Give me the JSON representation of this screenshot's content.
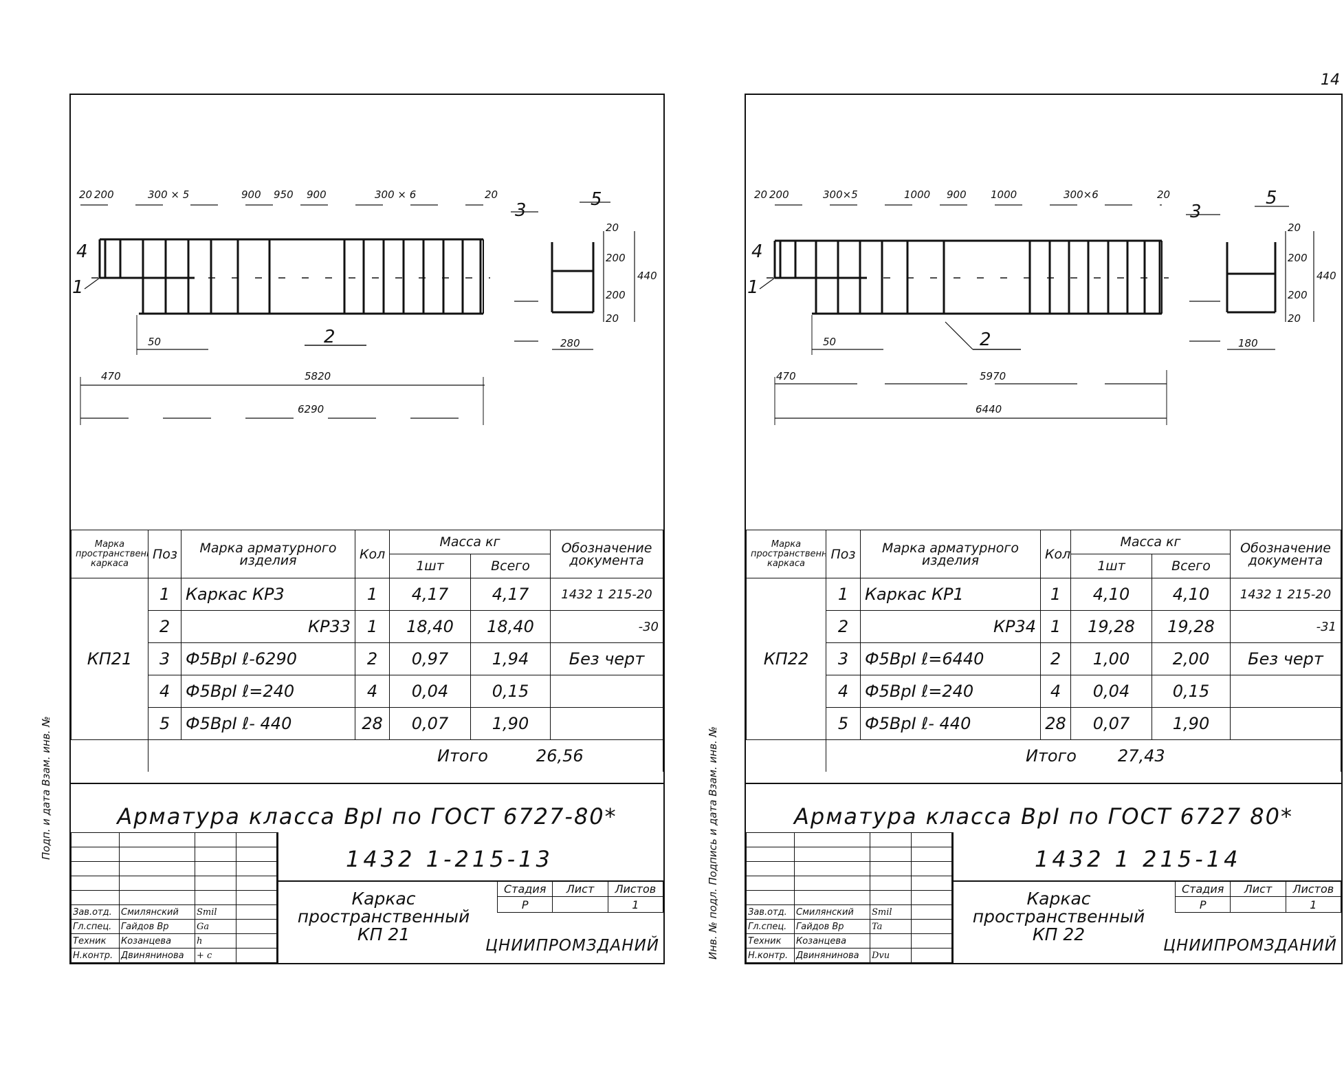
{
  "page_number": "14",
  "left": {
    "dims_top": [
      "20",
      "200",
      "300 × 5",
      "900",
      "950",
      "900",
      "300 × 6",
      "20"
    ],
    "dims_bottom": [
      "50",
      "470",
      "5820",
      "6290"
    ],
    "section_dims": [
      "20",
      "200",
      "200",
      "20",
      "440",
      "280"
    ],
    "callouts": [
      "1",
      "2",
      "3",
      "4",
      "5"
    ],
    "spec_headers": {
      "mark": "Марка пространственного каркаса",
      "pos": "Поз",
      "product": "Марка арматурного изделия",
      "qty": "Кол",
      "mass": "Масса кг",
      "mass_unit": "1шт",
      "mass_total": "Всего",
      "doc": "Обозначение документа"
    },
    "frame_mark": "КП21",
    "rows": [
      {
        "pos": "1",
        "product": "Каркас   КР3",
        "qty": "1",
        "unit": "4,17",
        "total": "4,17",
        "doc": "1432 1 215-20"
      },
      {
        "pos": "2",
        "product": "КР33",
        "qty": "1",
        "unit": "18,40",
        "total": "18,40",
        "doc": "-30"
      },
      {
        "pos": "3",
        "product": "Ф5ВрI  ℓ-6290",
        "qty": "2",
        "unit": "0,97",
        "total": "1,94",
        "doc": "Без  черт"
      },
      {
        "pos": "4",
        "product": "Ф5ВрI  ℓ=240",
        "qty": "4",
        "unit": "0,04",
        "total": "0,15",
        "doc": ""
      },
      {
        "pos": "5",
        "product": "Ф5ВрI  ℓ- 440",
        "qty": "28",
        "unit": "0,07",
        "total": "1,90",
        "doc": ""
      }
    ],
    "total_label": "Итого",
    "total_value": "26,56",
    "note": "Арматура   класса  ВрI  по  ГОСТ 6727-80*",
    "code": "1432 1-215-13",
    "title": [
      "Каркас",
      "пространственный",
      "КП 21"
    ],
    "stage_label": "Стадия",
    "sheet_label": "Лист",
    "sheets_label": "Листов",
    "stage": "Р",
    "sheets": "1",
    "org": "ЦНИИПРОМЗДАНИЙ",
    "staff": [
      {
        "role": "Зав.отд.",
        "name": "Смилянский",
        "sign": "Smil"
      },
      {
        "role": "Гл.спец.",
        "name": "Гайдов Вр",
        "sign": "Ga"
      },
      {
        "role": "Техник",
        "name": "Козанцева",
        "sign": "h"
      },
      {
        "role": "Н.контр.",
        "name": "Двинянинова",
        "sign": "+ c"
      }
    ],
    "sidebar": "Подп. и дата   Взам. инв. №"
  },
  "right": {
    "dims_top": [
      "20",
      "200",
      "300×5",
      "1000",
      "900",
      "1000",
      "300×6",
      "20"
    ],
    "dims_bottom": [
      "50",
      "470",
      "5970",
      "6440"
    ],
    "section_dims": [
      "20",
      "200",
      "200",
      "20",
      "440",
      "180"
    ],
    "callouts": [
      "1",
      "2",
      "3",
      "4",
      "5"
    ],
    "spec_headers": {
      "mark": "Марка пространственного каркаса",
      "pos": "Поз",
      "product": "Марка арматурного изделия",
      "qty": "Кол",
      "mass": "Масса кг",
      "mass_unit": "1шт",
      "mass_total": "Всего",
      "doc": "Обозначение документа"
    },
    "frame_mark": "КП22",
    "rows": [
      {
        "pos": "1",
        "product": "Каркас  КР1",
        "qty": "1",
        "unit": "4,10",
        "total": "4,10",
        "doc": "1432 1 215-20"
      },
      {
        "pos": "2",
        "product": "КР34",
        "qty": "1",
        "unit": "19,28",
        "total": "19,28",
        "doc": "-31"
      },
      {
        "pos": "3",
        "product": "Ф5ВрI ℓ=6440",
        "qty": "2",
        "unit": "1,00",
        "total": "2,00",
        "doc": "Без  черт"
      },
      {
        "pos": "4",
        "product": "Ф5ВрI ℓ=240",
        "qty": "4",
        "unit": "0,04",
        "total": "0,15",
        "doc": ""
      },
      {
        "pos": "5",
        "product": "Ф5ВрI ℓ- 440",
        "qty": "28",
        "unit": "0,07",
        "total": "1,90",
        "doc": ""
      }
    ],
    "total_label": "Итого",
    "total_value": "27,43",
    "note": "Арматура  класса  ВрI  по  ГОСТ 6727 80*",
    "code": "1432 1 215-14",
    "title": [
      "Каркас",
      "пространственный",
      "КП 22"
    ],
    "stage_label": "Стадия",
    "sheet_label": "Лист",
    "sheets_label": "Листов",
    "stage": "Р",
    "sheets": "1",
    "org": "ЦНИИПРОМЗДАНИЙ",
    "staff": [
      {
        "role": "Зав.отд.",
        "name": "Смилянский",
        "sign": "Smil"
      },
      {
        "role": "Гл.спец.",
        "name": "Гайдов Вр",
        "sign": "Ta"
      },
      {
        "role": "Техник",
        "name": "Козанцева",
        "sign": ""
      },
      {
        "role": "Н.контр.",
        "name": "Двинянинова",
        "sign": "Dvu"
      }
    ],
    "sidebar": "Инв. № подл.   Подпись и дата   Взам. инв. №"
  }
}
